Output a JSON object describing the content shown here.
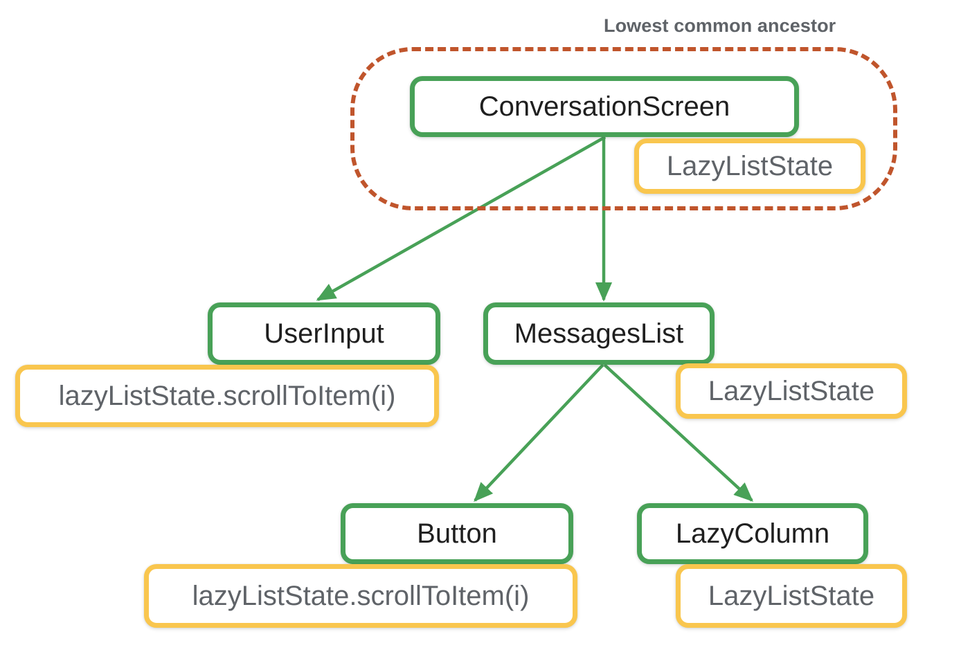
{
  "diagram": {
    "title": "Lowest common ancestor",
    "type": "composable-tree",
    "colors": {
      "composable_border": "#48a157",
      "state_border": "#f9c64e",
      "group_border": "#c0552c",
      "composable_text": "#1f1f1f",
      "state_text": "#5f6368",
      "caption_text": "#5f6368",
      "background": "#ffffff"
    },
    "group": {
      "label": "Lowest common ancestor",
      "style": "dashed",
      "contains": [
        "ConversationScreen",
        "LazyListState"
      ]
    },
    "nodes": [
      {
        "id": "conversationscreen",
        "label": "ConversationScreen",
        "kind": "composable"
      },
      {
        "id": "lazyliststate_conversation",
        "label": "LazyListState",
        "kind": "state"
      },
      {
        "id": "userinput",
        "label": "UserInput",
        "kind": "composable"
      },
      {
        "id": "scroll_userinput",
        "label": "lazyListState.scrollToItem(i)",
        "kind": "state"
      },
      {
        "id": "messageslist",
        "label": "MessagesList",
        "kind": "composable"
      },
      {
        "id": "lazyliststate_messageslist",
        "label": "LazyListState",
        "kind": "state"
      },
      {
        "id": "button",
        "label": "Button",
        "kind": "composable"
      },
      {
        "id": "scroll_button",
        "label": "lazyListState.scrollToItem(i)",
        "kind": "state"
      },
      {
        "id": "lazycolumn",
        "label": "LazyColumn",
        "kind": "composable"
      },
      {
        "id": "lazyliststate_lazycolumn",
        "label": "LazyListState",
        "kind": "state"
      }
    ],
    "edges": [
      {
        "from": "conversationscreen",
        "to": "userinput"
      },
      {
        "from": "conversationscreen",
        "to": "messageslist"
      },
      {
        "from": "messageslist",
        "to": "button"
      },
      {
        "from": "messageslist",
        "to": "lazycolumn"
      }
    ]
  }
}
